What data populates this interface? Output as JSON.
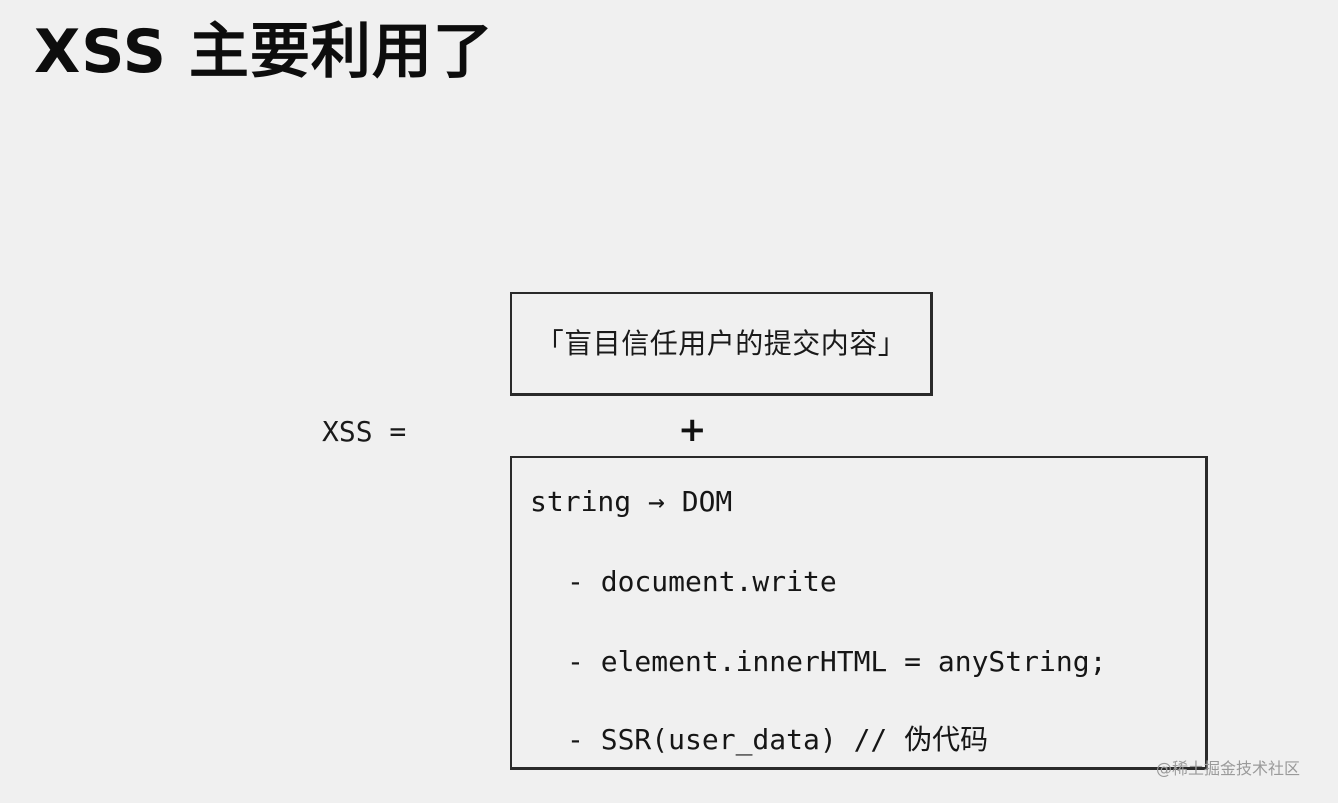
{
  "title": "XSS 主要利用了",
  "equation": {
    "lhs": "XSS =",
    "operator": "+",
    "top_box": {
      "text": "「盲目信任用户的提交内容」"
    },
    "bottom_box": {
      "heading": "string → DOM",
      "items": [
        "- document.write",
        "- element.innerHTML = anyString;",
        "- SSR(user_data) // 伪代码"
      ]
    }
  },
  "watermark": "@稀土掘金技术社区"
}
